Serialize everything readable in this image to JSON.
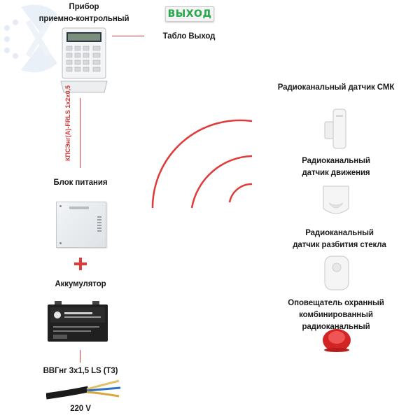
{
  "devices": {
    "control_panel": {
      "label": "Прибор\nприемно-контрольный",
      "icon": "control-panel-icon"
    },
    "exit_sign": {
      "label": "Табло  Выход",
      "sign_text": "ВЫХОД",
      "icon": "exit-sign-icon"
    },
    "cable_label": "КПСЭнг(А)-FRLS 1х2х0,5",
    "power_supply": {
      "label": "Блок питания",
      "icon": "power-supply-icon"
    },
    "battery": {
      "label": "Аккумулятор",
      "icon": "battery-icon"
    },
    "power_cable": {
      "label": "ВВГнг 3х1,5 LS (Т3)",
      "icon": "cable-icon"
    },
    "voltage": "220 V"
  },
  "sensors": [
    {
      "label": "Радиоканальный датчик СМК",
      "icon": "magnetic-contact-sensor-icon"
    },
    {
      "label": "Радиоканальный\nдатчик движения",
      "icon": "motion-sensor-icon"
    },
    {
      "label": "Радиоканальный\nдатчик разбития стекла",
      "icon": "glass-break-sensor-icon"
    },
    {
      "label": "Оповещатель охранный\nкомбинированный радиоканальный",
      "icon": "siren-icon"
    }
  ],
  "colors": {
    "accent": "#e03a3a",
    "exit_green": "#24a84a"
  }
}
